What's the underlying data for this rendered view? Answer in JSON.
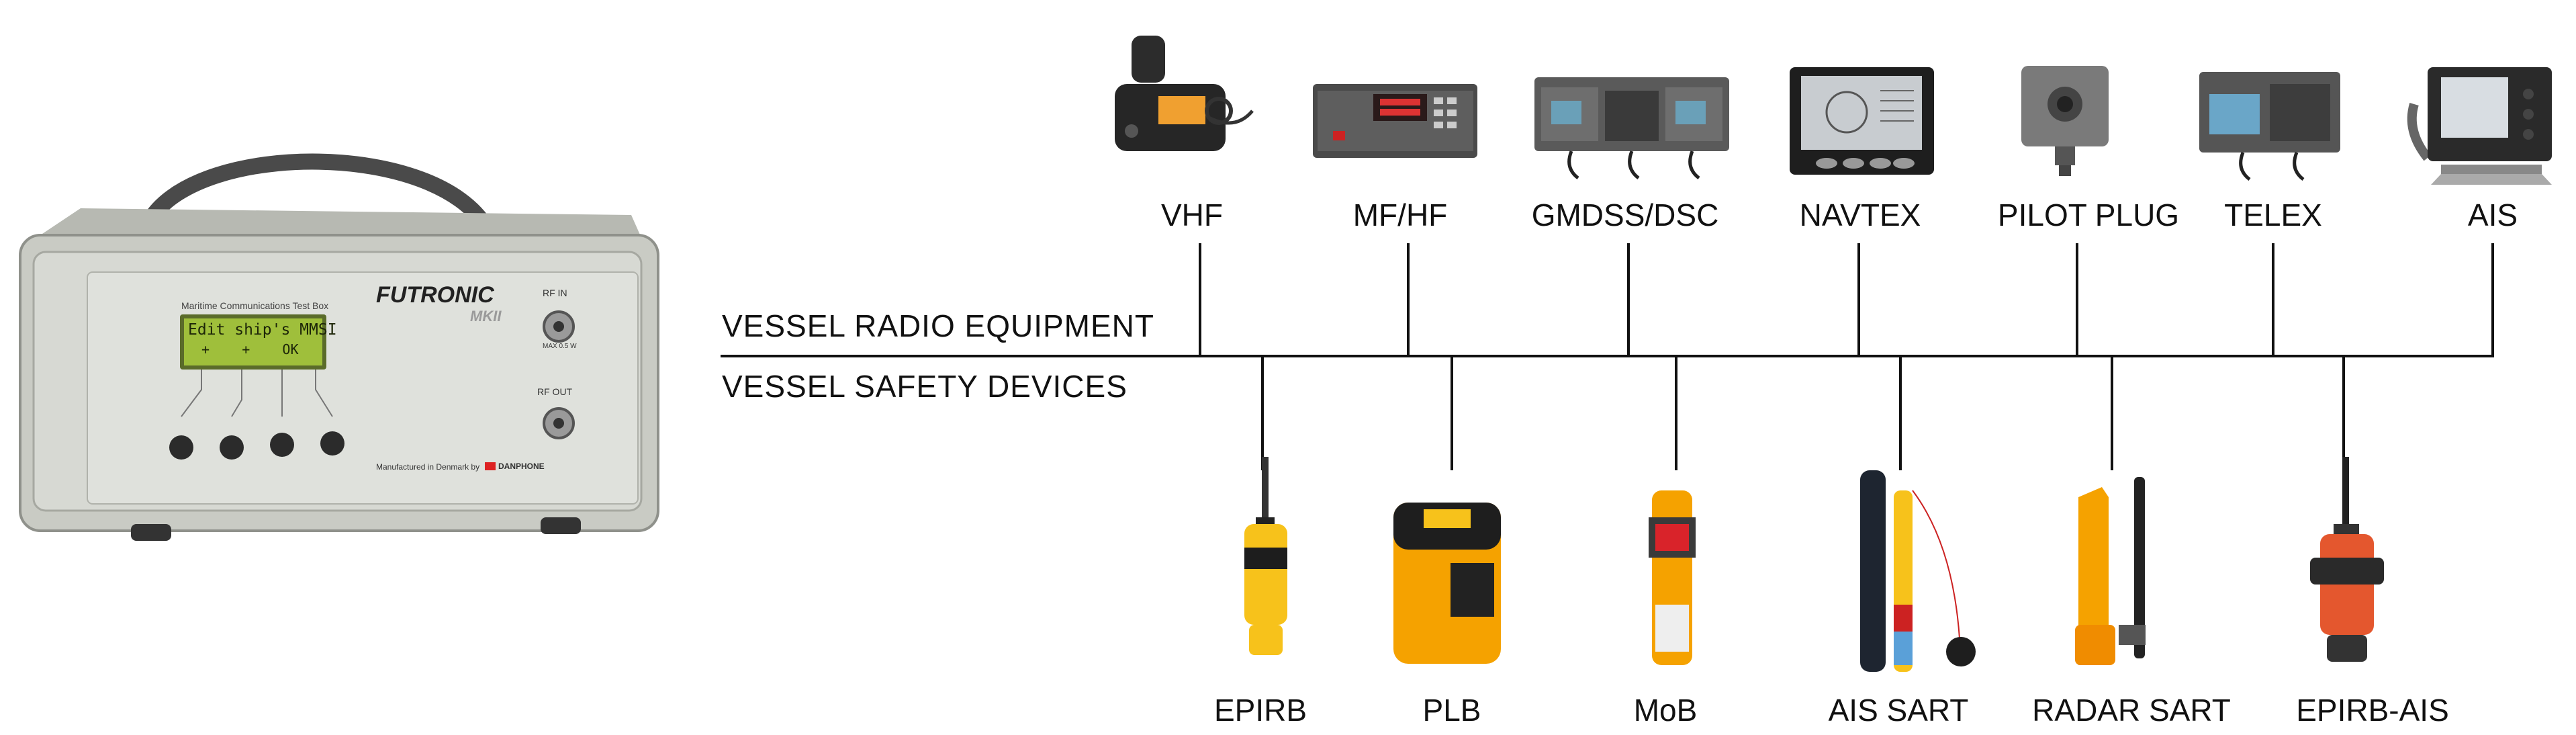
{
  "tester": {
    "brand": "FUTRONIC",
    "model": "MKII",
    "panel_title": "Maritime Communications Test Box",
    "lcd_line1": "Edit ship's MMSI",
    "lcd_line2": "+    +    OK",
    "rf_in": "RF IN",
    "rf_in_sub": "MAX 0.5 W",
    "rf_out": "RF OUT",
    "maker": "Manufactured in Denmark by",
    "maker_brand": "DANPHONE"
  },
  "bus": {
    "radio_label": "VESSEL RADIO EQUIPMENT",
    "safety_label": "VESSEL SAFETY DEVICES"
  },
  "radio_equipment": [
    {
      "label": "VHF",
      "icon": "vhf-radio-icon"
    },
    {
      "label": "MF/HF",
      "icon": "mfhf-radio-icon"
    },
    {
      "label": "GMDSS/DSC",
      "icon": "gmdss-console-icon"
    },
    {
      "label": "NAVTEX",
      "icon": "navtex-receiver-icon"
    },
    {
      "label": "PILOT PLUG",
      "icon": "pilot-plug-icon"
    },
    {
      "label": "TELEX",
      "icon": "telex-terminal-icon"
    },
    {
      "label": "AIS",
      "icon": "ais-transponder-icon"
    }
  ],
  "safety_devices": [
    {
      "label": "EPIRB",
      "icon": "epirb-beacon-icon"
    },
    {
      "label": "PLB",
      "icon": "plb-beacon-icon"
    },
    {
      "label": "MoB",
      "icon": "mob-beacon-icon"
    },
    {
      "label": "AIS SART",
      "icon": "ais-sart-icon"
    },
    {
      "label": "RADAR SART",
      "icon": "radar-sart-icon"
    },
    {
      "label": "EPIRB-AIS",
      "icon": "epirb-ais-beacon-icon"
    }
  ],
  "colors": {
    "line": "#111111",
    "device_orange": "#f5a200",
    "device_yellow": "#f7c21b",
    "equipment_dark": "#2a2a2a",
    "tester_body": "#c9cbc4",
    "lcd": "#9fbf3b"
  }
}
